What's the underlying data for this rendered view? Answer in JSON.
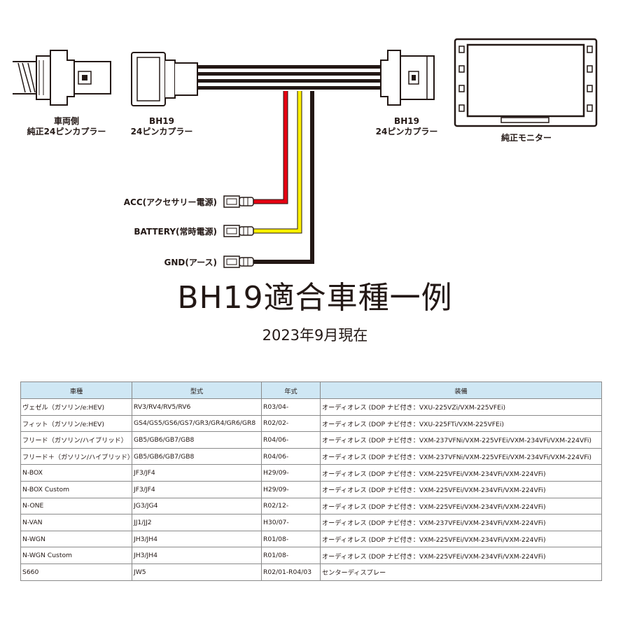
{
  "diagram": {
    "vehicle_connector_label": [
      "車両側",
      "純正24ピンカプラー"
    ],
    "harness_connector_label": [
      "BH19",
      "24ピンカプラー"
    ],
    "monitor_connector_label": [
      "BH19",
      "24ピンカプラー"
    ],
    "monitor_label": "純正モニター",
    "wires": [
      {
        "label": "ACC(アクセサリー電源)",
        "color": "#e60012"
      },
      {
        "label": "BATTERY(常時電源)",
        "color": "#fff100"
      },
      {
        "label": "GND(アース)",
        "color": "#231815"
      }
    ]
  },
  "title": "BH19適合車種一例",
  "subtitle": "2023年9月現在",
  "table": {
    "headers": [
      "車種",
      "型式",
      "年式",
      "装備"
    ],
    "rows": [
      [
        "ヴェゼル（ガソリン/e:HEV)",
        "RV3/RV4/RV5/RV6",
        "R03/04-",
        "オーディオレス (DOP ナビ付き：VXU-225VZi/VXM-225VFEi)"
      ],
      [
        "フィット（ガソリン/e:HEV)",
        "GS4/GS5/GS6/GS7/GR3/GR4/GR6/GR8",
        "R02/02-",
        "オーディオレス (DOP ナビ付き：VXU-225FTi/VXM-225VFEi)"
      ],
      [
        "フリード（ガソリン/ハイブリッド）",
        "GB5/GB6/GB7/GB8",
        "R04/06-",
        "オーディオレス (DOP ナビ付き：VXM-237VFNi/VXM-225VFEi/VXM-234VFi/VXM-224VFi)"
      ],
      [
        "フリード＋（ガソリン/ハイブリッド）",
        "GB5/GB6/GB7/GB8",
        "R04/06-",
        "オーディオレス (DOP ナビ付き：VXM-237VFNi/VXM-225VFEi/VXM-234VFi/VXM-224VFi)"
      ],
      [
        "N-BOX",
        "JF3/JF4",
        "H29/09-",
        "オーディオレス (DOP ナビ付き：VXM-225VFEi/VXM-234VFi/VXM-224VFi)"
      ],
      [
        "N-BOX Custom",
        "JF3/JF4",
        "H29/09-",
        "オーディオレス (DOP ナビ付き：VXM-225VFEi/VXM-234VFi/VXM-224VFi)"
      ],
      [
        "N-ONE",
        "JG3/JG4",
        "R02/12-",
        "オーディオレス (DOP ナビ付き：VXM-225VFEi/VXM-234VFi/VXM-224VFi)"
      ],
      [
        "N-VAN",
        "JJ1/JJ2",
        "H30/07-",
        "オーディオレス (DOP ナビ付き：VXM-237VFEi/VXM-234VFi/VXM-224VFi)"
      ],
      [
        "N-WGN",
        "JH3/JH4",
        "R01/08-",
        "オーディオレス (DOP ナビ付き：VXM-225VFEi/VXM-234VFi/VXM-224VFi)"
      ],
      [
        "N-WGN Custom",
        "JH3/JH4",
        "R01/08-",
        "オーディオレス (DOP ナビ付き：VXM-225VFEi/VXM-234VFi/VXM-224VFi)"
      ],
      [
        "S660",
        "JW5",
        "R02/01-R04/03",
        "センターディスプレー"
      ]
    ]
  }
}
